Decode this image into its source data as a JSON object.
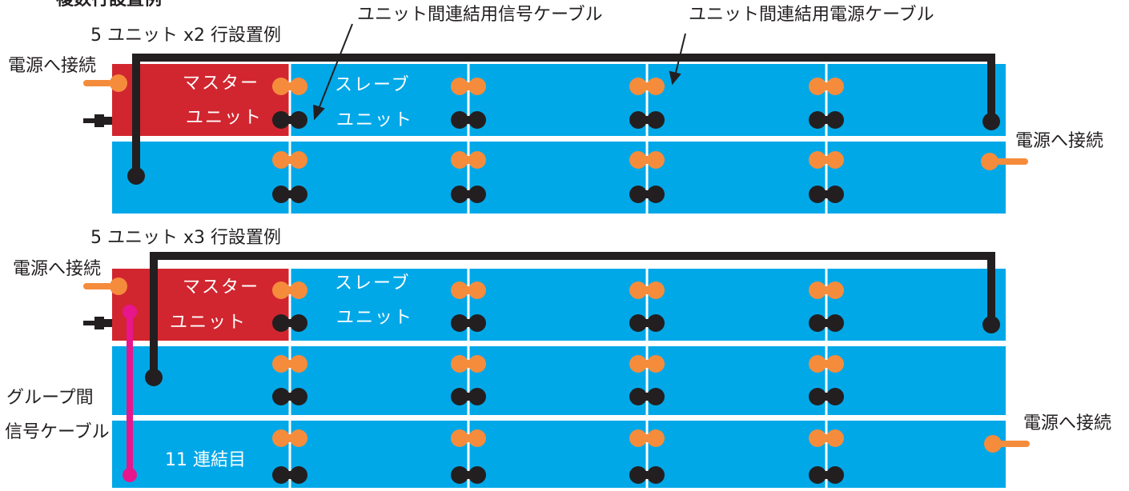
{
  "heading": "複数行設置例",
  "example1": {
    "title": "5 ユニット x2 行設置例",
    "power_left": "電源へ接続",
    "power_right": "電源へ接続",
    "master_line1": "マスター",
    "master_line2": "ユニット",
    "slave_line1": "スレーブ",
    "slave_line2": "ユニット",
    "signal_cable": "ユニット間連結用信号ケーブル",
    "power_cable": "ユニット間連結用電源ケーブル"
  },
  "example2": {
    "title": "5 ユニット x3 行設置例",
    "power_left": "電源へ接続",
    "power_right": "電源へ接続",
    "master_line1": "マスター",
    "master_line2": "ユニット",
    "slave_line1": "スレーブ",
    "slave_line2": "ユニット",
    "group_cable_line1": "グループ間",
    "group_cable_line2": "信号ケーブル",
    "eleventh": "11 連結目"
  },
  "colors": {
    "unit_blue": "#00a8e8",
    "master_red": "#d1262f",
    "power_connector": "#f58c3c",
    "signal_connector": "#231f20",
    "group_cable": "#e8168c"
  }
}
